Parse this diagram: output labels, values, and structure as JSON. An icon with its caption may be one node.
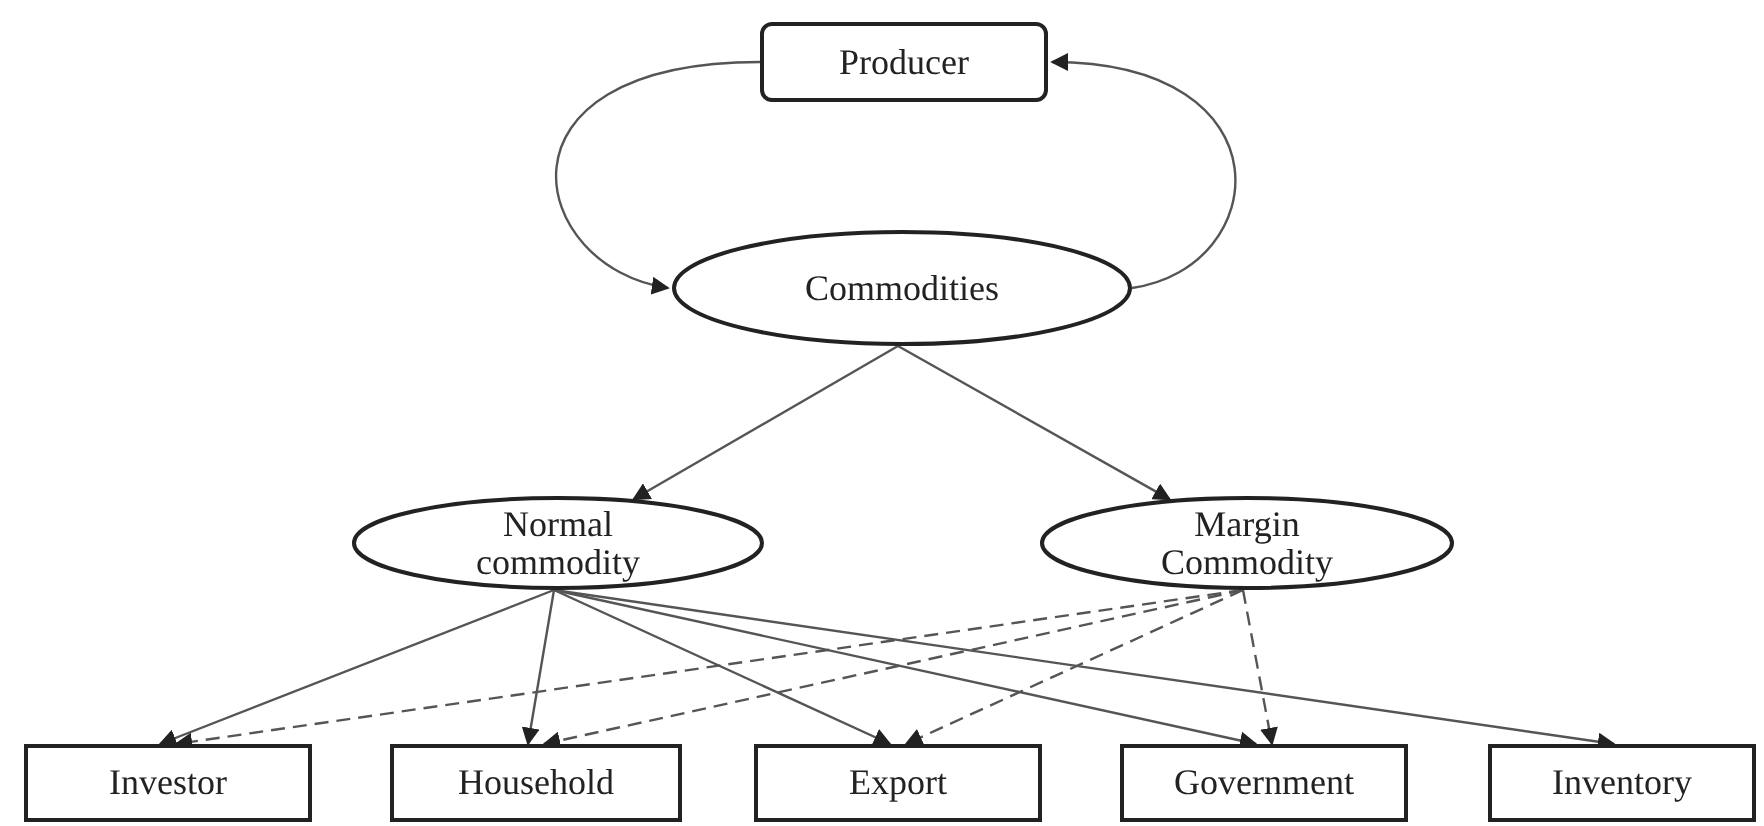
{
  "diagram": {
    "nodes": [
      {
        "text": [
          "Producer"
        ]
      },
      {
        "text": [
          "Commodities"
        ]
      },
      {
        "text": [
          "Normal commodity"
        ]
      },
      {
        "text": [
          "Margin Commodity"
        ]
      },
      {
        "text": [
          "Investor"
        ]
      },
      {
        "text": [
          "Household"
        ]
      },
      {
        "text": [
          "Export"
        ]
      },
      {
        "text": [
          "Government"
        ]
      },
      {
        "text": [
          "Inventory"
        ]
      }
    ],
    "edges": [
      {
        "from": 0,
        "to": 1,
        "arrow": "to"
      },
      {
        "from": 1,
        "to": 0,
        "arrow": "to"
      },
      {
        "from": 1,
        "to": 2,
        "arrow": "to"
      },
      {
        "from": 1,
        "to": 3,
        "arrow": "to"
      },
      {
        "from": 2,
        "to": 4,
        "arrow": "to"
      },
      {
        "from": 2,
        "to": 5,
        "arrow": "to"
      },
      {
        "from": 2,
        "to": 6,
        "arrow": "to"
      },
      {
        "from": 2,
        "to": 7,
        "arrow": "to"
      },
      {
        "from": 2,
        "to": 8,
        "arrow": "to"
      },
      {
        "from": 3,
        "to": 4,
        "arrow": "to",
        "style": "dashed"
      },
      {
        "from": 3,
        "to": 5,
        "arrow": "to",
        "style": "dashed"
      },
      {
        "from": 3,
        "to": 6,
        "arrow": "to",
        "style": "dashed"
      },
      {
        "from": 3,
        "to": 7,
        "arrow": "to",
        "style": "dashed"
      }
    ]
  }
}
